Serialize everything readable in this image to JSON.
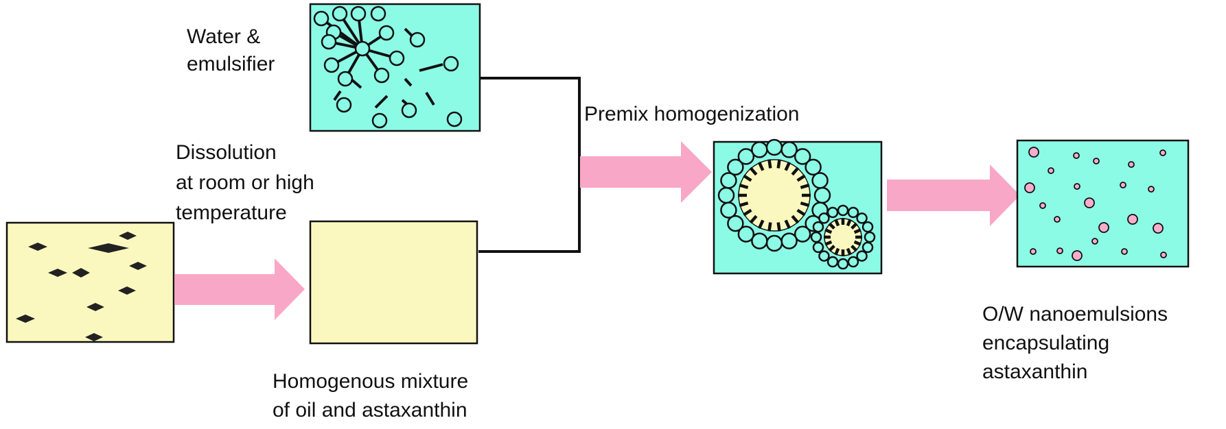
{
  "labels": {
    "water_emulsifier": [
      "Water &",
      "emulsifier"
    ],
    "dissolution": [
      "Dissolution",
      "at room or high",
      "temperature"
    ],
    "homogenous": [
      "Homogenous mixture",
      "of oil and astaxanthin"
    ],
    "premix": "Premix homogenization",
    "result": [
      "O/W nanoemulsions",
      "encapsulating",
      "astaxanthin"
    ]
  },
  "colors": {
    "aqua": "#8cfbe6",
    "oil": "#fbf8bf",
    "arrow": "#f9a7c6",
    "droplet": "#f6aecb",
    "crystal": "#222222",
    "stroke": "#111111"
  },
  "icons": {
    "arrow": "block-arrow-right",
    "crystal": "astaxanthin-crystal-diamond",
    "emulsifier": "surfactant-molecule",
    "micelle": "emulsion-droplet-with-surfactant-shell"
  }
}
